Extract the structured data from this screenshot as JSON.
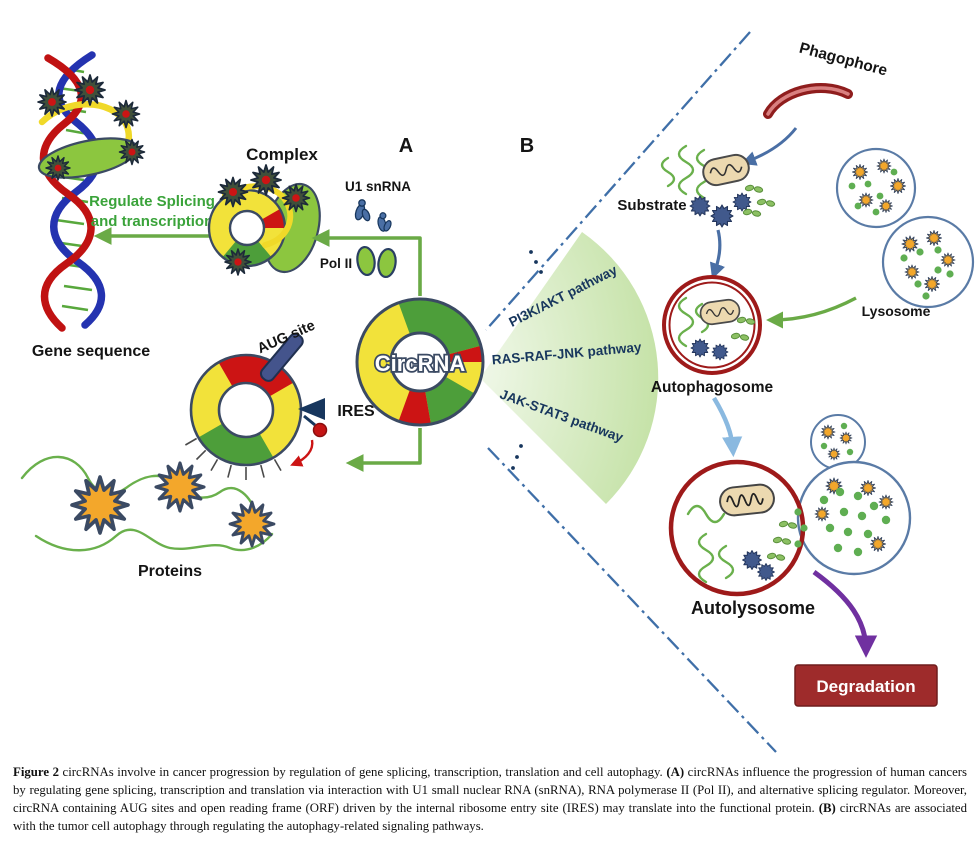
{
  "figure": {
    "panel_a": "A",
    "panel_b": "B",
    "labels": {
      "gene_sequence": "Gene sequence",
      "regulate_line1": "Regulate Splicing",
      "regulate_line2": "and transcription",
      "complex": "Complex",
      "u1_snrna": "U1 snRNA",
      "pol_ii": "Pol II",
      "circrna": "CircRNA",
      "aug_site": "AUG site",
      "ires": "IRES",
      "proteins": "Proteins",
      "phagophore": "Phagophore",
      "substrate": "Substrate",
      "autophagosome": "Autophagosome",
      "lysosome": "Lysosome",
      "autolysosome": "Autolysosome",
      "degradation": "Degradation"
    },
    "pathways": [
      "PI3K/AKT pathway",
      "RAS-RAF-JNK pathway",
      "JAK-STAT3 pathway"
    ],
    "colors": {
      "donut_yellow": "#f2e23a",
      "donut_green": "#4d9e3a",
      "donut_red": "#cc1414",
      "donut_outline": "#3b4a63",
      "arrow_green": "#6aaa46",
      "arrow_blue": "#4a6fa5",
      "arrow_lightblue": "#8ab9e0",
      "arrow_purple": "#7030a0",
      "dashdot_blue": "#3f6fa8",
      "membrane_red": "#9e1a1a",
      "lysosome_outline": "#5a7ba6",
      "degradation_bg": "#9e2b2b",
      "pathway_text": "#17365d",
      "green_text": "#3aa33a"
    }
  },
  "caption": {
    "figure_label": "Figure 2",
    "intro": " circRNAs involve in cancer progression by regulation of gene splicing, transcription, translation and cell autophagy. ",
    "a": "(A)",
    "part_a": " circRNAs influence the progression of human cancers by regulating gene splicing, transcription and translation via interaction with U1 small nuclear RNA (snRNA), RNA polymerase II (Pol II), and alternative splicing regulator. Moreover, circRNA containing AUG sites and open reading frame (ORF) driven by the internal ribosome entry site (IRES) may translate into the functional protein. ",
    "b": "(B)",
    "part_b": " circRNAs are associated with the tumor cell autophagy through regulating the autophagy-related signaling pathways."
  }
}
